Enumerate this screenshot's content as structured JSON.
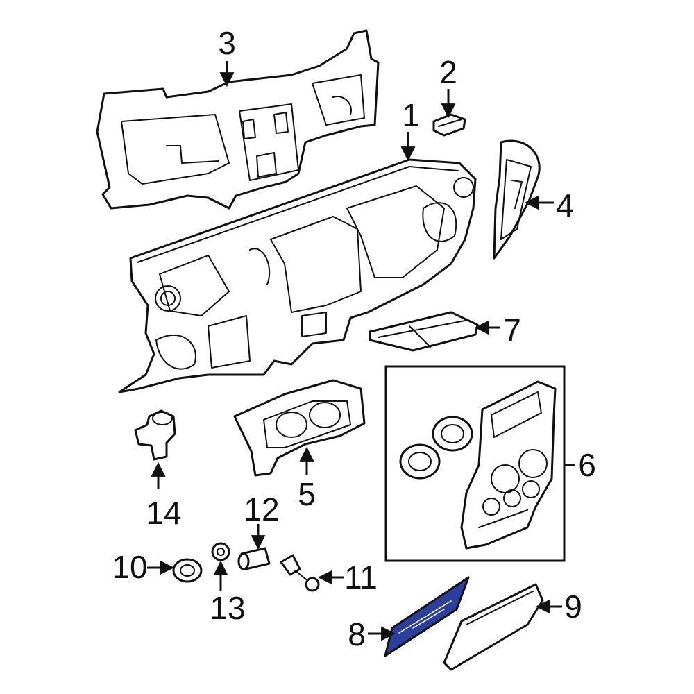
{
  "colors": {
    "line": "#111111",
    "background": "#ffffff",
    "highlight": "#2d3f9c"
  },
  "highlighted_part": "8",
  "callouts": [
    {
      "id": "c1",
      "label": "1"
    },
    {
      "id": "c2",
      "label": "2"
    },
    {
      "id": "c3",
      "label": "3"
    },
    {
      "id": "c4",
      "label": "4"
    },
    {
      "id": "c5",
      "label": "5"
    },
    {
      "id": "c6",
      "label": "6"
    },
    {
      "id": "c7",
      "label": "7"
    },
    {
      "id": "c8",
      "label": "8"
    },
    {
      "id": "c9",
      "label": "9"
    },
    {
      "id": "c10",
      "label": "10"
    },
    {
      "id": "c11",
      "label": "11"
    },
    {
      "id": "c12",
      "label": "12"
    },
    {
      "id": "c13",
      "label": "13"
    },
    {
      "id": "c14",
      "label": "14"
    }
  ]
}
